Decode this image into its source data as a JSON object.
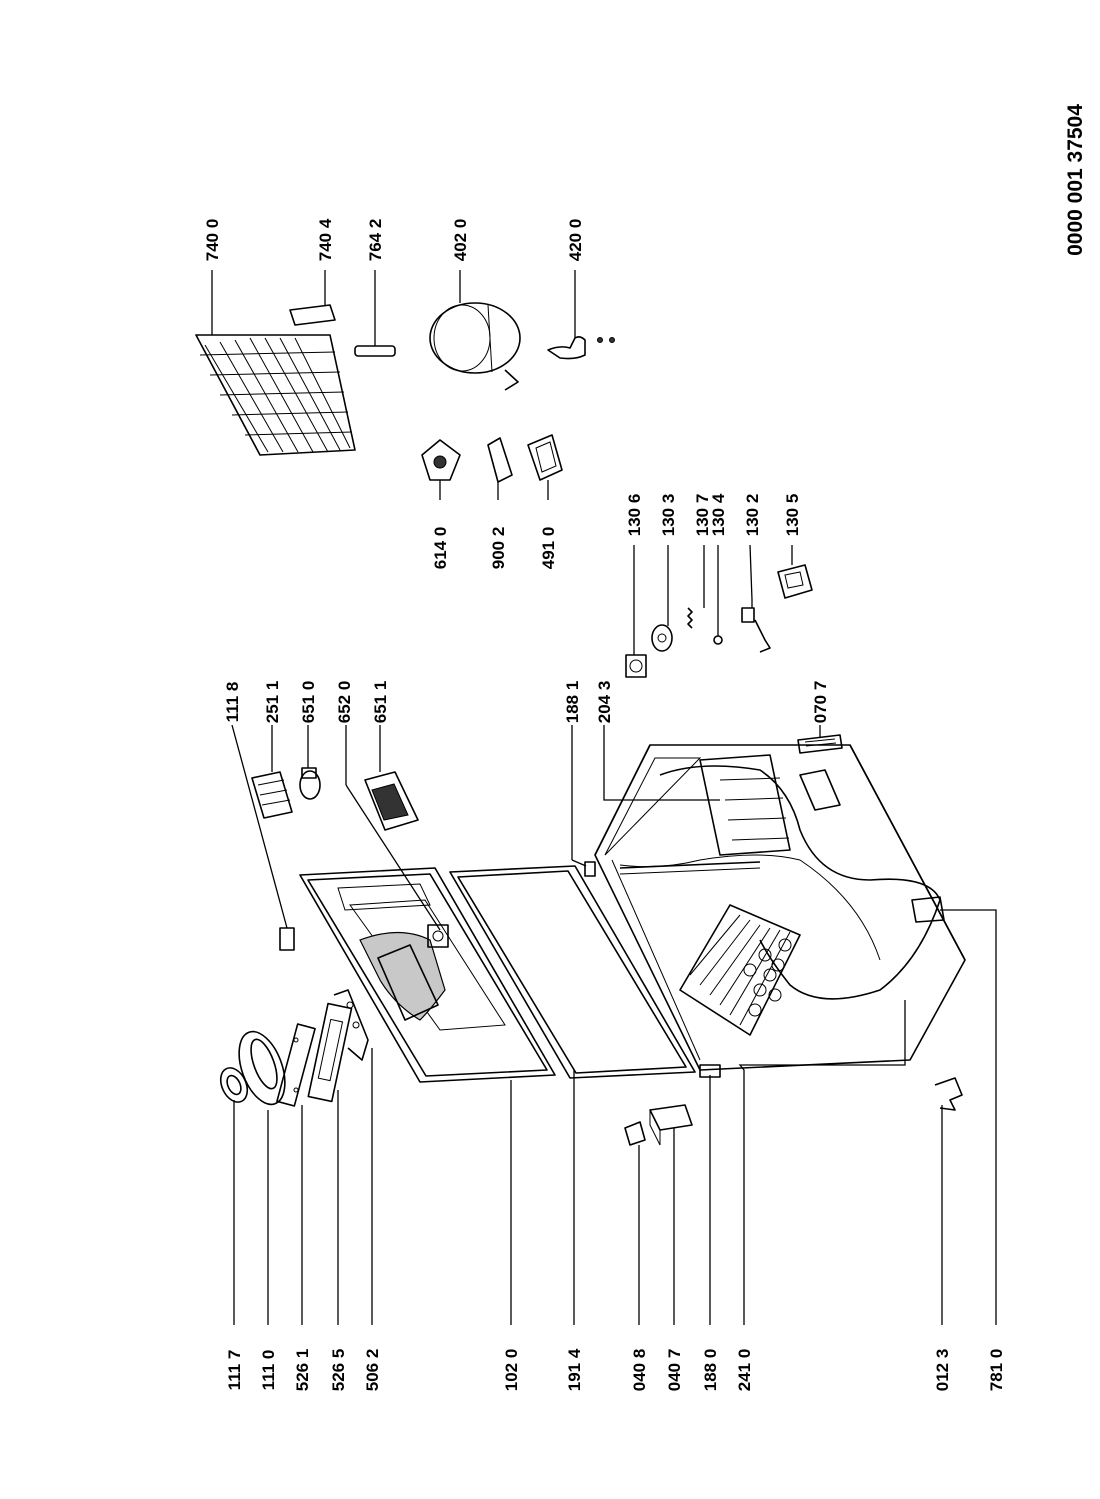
{
  "document_number": "0000 001 37504",
  "labels": {
    "p1117": "111 7",
    "p1110": "111 0",
    "p5261": "526 1",
    "p5265": "526 5",
    "p5062": "506 2",
    "p1020": "102 0",
    "p1914": "191 4",
    "p0408": "040 8",
    "p0407": "040 7",
    "p1880": "188 0",
    "p2410": "241 0",
    "p0123": "012 3",
    "p7810": "781 0",
    "p1118": "111 8",
    "p2511": "251 1",
    "p6510": "651 0",
    "p6520": "652 0",
    "p6511": "651 1",
    "p1881": "188 1",
    "p2043": "204 3",
    "p0707": "070 7",
    "p1306": "130 6",
    "p1303": "130 3",
    "p1307": "130 7",
    "p1304": "130 4",
    "p1302": "130 2",
    "p1305": "130 5",
    "p6140": "614 0",
    "p9002": "900 2",
    "p4910": "491 0",
    "p7400": "740 0",
    "p7404": "740 4",
    "p7642": "764 2",
    "p4020": "402 0",
    "p4200": "420 0"
  }
}
